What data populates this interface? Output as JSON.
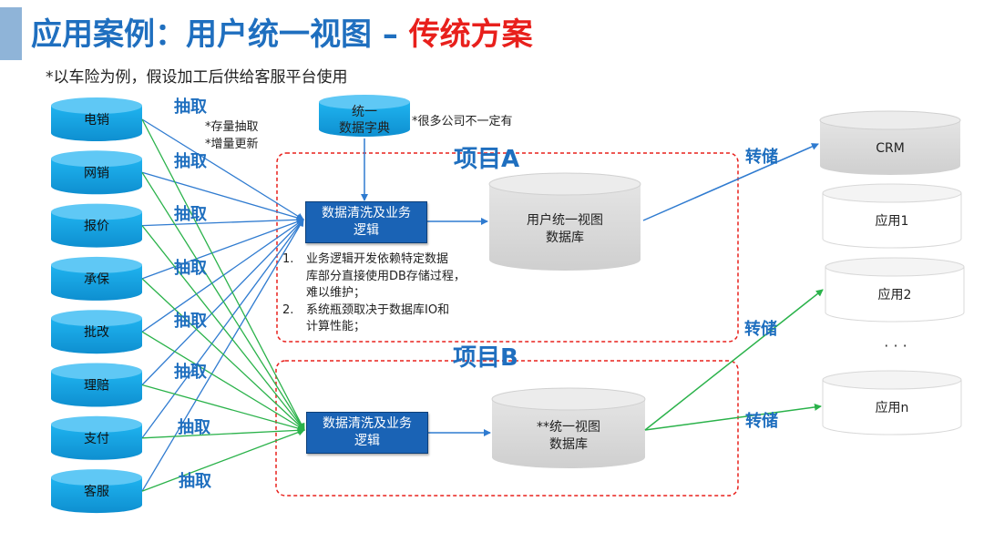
{
  "title": {
    "main": "应用案例：用户统一视图 – ",
    "accent": "传统方案"
  },
  "subtitle": "*以车险为例，假设加工后供给客服平台使用",
  "sources": [
    "电销",
    "网销",
    "报价",
    "承保",
    "批改",
    "理赔",
    "支付",
    "客服"
  ],
  "extract_label": "抽取",
  "extract_notes": [
    "*存量抽取",
    "*增量更新"
  ],
  "dictionary": {
    "label": [
      "统一",
      "数据字典"
    ],
    "note": "*很多公司不一定有"
  },
  "project_a": {
    "label": "项目A",
    "process": "数据清洗及业务\n逻辑",
    "database": [
      "用户统一视图",
      "数据库"
    ],
    "issues": [
      {
        "num": "1.",
        "text": "业务逻辑开发依赖特定数据\n库部分直接使用DB存储过程，\n难以维护；"
      },
      {
        "num": "2.",
        "text": "系统瓶颈取决于数据库IO和\n计算性能；"
      }
    ]
  },
  "project_b": {
    "label": "项目B",
    "process": "数据清洗及业务\n逻辑",
    "database": [
      "**统一视图",
      "数据库"
    ]
  },
  "transfer_label": "转储",
  "targets": [
    "CRM",
    "应用1",
    "应用2",
    "应用n"
  ],
  "ellipsis": "· · ·",
  "colors": {
    "title_blue": "#1f6fbf",
    "title_red": "#e8201c",
    "source_cyl": "#1aa0e0",
    "arrow_blue": "#2f7bd0",
    "arrow_green": "#2ab24a",
    "process_box": "#1a63b5",
    "dashed_red": "#e8201c"
  }
}
